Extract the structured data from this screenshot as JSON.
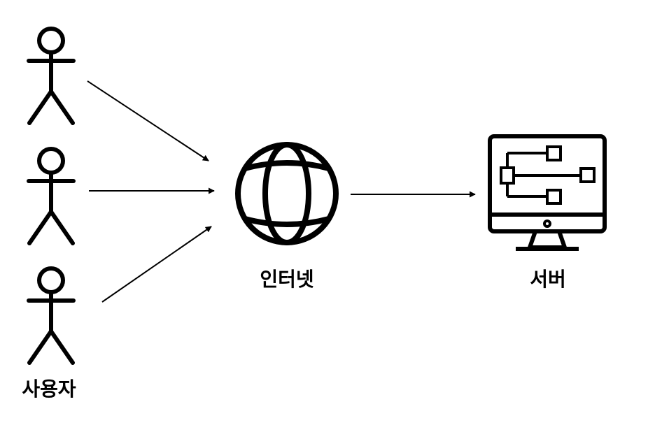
{
  "labels": {
    "users": "사용자",
    "internet": "인터넷",
    "server": "서버"
  },
  "icons": {
    "user": "stick-figure-icon",
    "internet": "globe-icon",
    "server": "monitor-flowchart-icon"
  },
  "colors": {
    "stroke": "#000000",
    "background": "#ffffff"
  }
}
